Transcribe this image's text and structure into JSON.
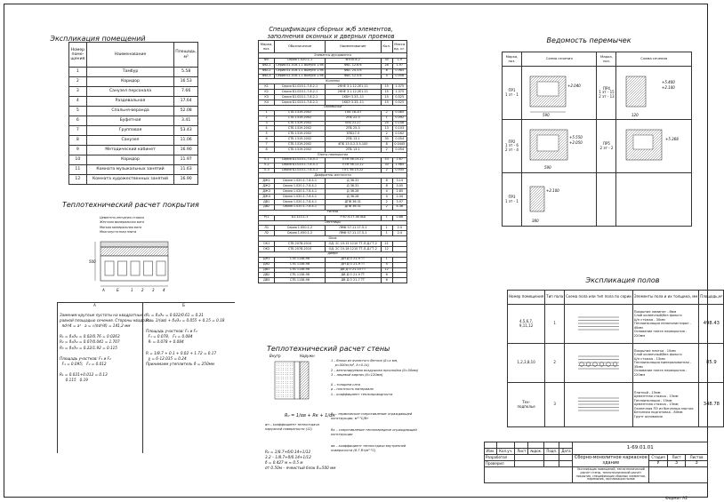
{
  "rooms": {
    "title": "Экспликация помещений",
    "headers": [
      "Номер поме- щения",
      "Наименование",
      "Площадь, м²"
    ],
    "rows": [
      [
        "1",
        "Тамбур",
        "5.58"
      ],
      [
        "2",
        "Коридор",
        "16.53"
      ],
      [
        "3",
        "Санузел персонала",
        "7.66"
      ],
      [
        "4",
        "Раздевальная",
        "17.64"
      ],
      [
        "5",
        "Спальня-веранда",
        "52.08"
      ],
      [
        "6",
        "Буфетная",
        "3.41"
      ],
      [
        "7",
        "Групповая",
        "53.43"
      ],
      [
        "8",
        "Санузел",
        "11.06"
      ],
      [
        "9",
        "Методический кабинет",
        "16.90"
      ],
      [
        "10",
        "Коридор",
        "11.97"
      ],
      [
        "11",
        "Комната музыкальных занятий",
        "11.63"
      ],
      [
        "12",
        "Комната художественных занятий",
        "16.90"
      ]
    ]
  },
  "spec": {
    "title_line1": "Спецификация сборных ж/б элементов,",
    "title_line2": "заполнения оконных и дверных проемов",
    "headers": [
      "Марка, поз.",
      "Обозначение",
      "Наименование",
      "Кол.",
      "Масса ед. кг."
    ],
    "rows": [
      {
        "section": "Элементы фундамента"
      },
      [
        "ФЛ",
        "Серия 1.020.1-1",
        "ФЛ10.8-2",
        "30",
        "1.9"
      ],
      [
        "ФБС1",
        "Серия Б1.016.1-1 Выпуск 1.98",
        "ФБС 12.6.6",
        "28",
        "1.97"
      ],
      [
        "ФБС2",
        "Серия Б1.016.1-1 Выпуск 1.98",
        "ФБС 24.3.6",
        "8",
        "0.985"
      ],
      [
        "ФБС3",
        "Серия Б1.016.1-1 Выпуск 1.98",
        "ФБС 12.5.6",
        "4",
        "0.556"
      ],
      {
        "section": "Колонны"
      },
      [
        "К1",
        "Серия Б1.020.1-7.8.2-1",
        "2КНЕ 3.1.12.2Е1-11",
        "15",
        "1.375"
      ],
      [
        "К2",
        "Серия Б1.020.1-7.8.2-1",
        "2КНЕ 3.1.12.2Е1-11",
        "15",
        "1.375"
      ],
      [
        "К3",
        "Серия Б1.020.1-7.8.2-1",
        "1КБН 3.33.-11",
        "15",
        "0.525"
      ],
      [
        "К4",
        "Серия Б1.020.1-7.8.2-1",
        "1КБЭ 3.33.-11",
        "15",
        "0.525"
      ],
      {
        "section": "Перемычки"
      },
      [
        "1",
        "СТБ 1319-2002",
        "1ПБ 16-2П",
        "2",
        "0.085"
      ],
      [
        "2",
        "СТБ 1319-2002",
        "2ПБ 22-3",
        "1",
        "0.092"
      ],
      [
        "3",
        "СТБ 1319-2002",
        "5ПБ 21-27",
        "24",
        "0.108"
      ],
      [
        "4",
        "СТБ 1319-2002",
        "2ПБ 25-3",
        "13",
        "0.103"
      ],
      [
        "5",
        "СТБ 1319-2002",
        "3ПБ27-5",
        "2",
        "0.162"
      ],
      [
        "6",
        "СТБ 1319-2002",
        "2ПБ 13-1",
        "30",
        "0.054"
      ],
      [
        "7",
        "СТБ 1319-2002",
        "4ПБ 13.0-2.3.5-100",
        "8",
        "0.0445"
      ],
      [
        "8",
        "СТБ 1319-2002",
        "2ПБ 13-1",
        "2",
        "0.054"
      ],
      {
        "section": "Плиты перекрытия"
      },
      [
        "П-1",
        "Серия Б1.020.1-7.8.5-1",
        "ПТМ 56.15.22",
        "53",
        "2.67"
      ],
      [
        "П-2",
        "Серия Б1.020.1-7.8.5-1",
        "ПТМ 56.12.22",
        "30",
        "1.965"
      ],
      [
        "П-3",
        "Серия Б1.020.1-7.8.5-1",
        "ПТС 56.15.22",
        "2",
        "0.935"
      ],
      {
        "section": "Диафрагмы жесткости"
      },
      [
        "ДЖ1",
        "Серия 1.020.1-7.8.4-1",
        "Д 36.31",
        "8",
        "3.14"
      ],
      [
        "ДЖ2",
        "Серия 1.020.1-7.8.4-1",
        "Д 36.31",
        "8",
        "3.05"
      ],
      [
        "ДЖ3",
        "Серия 1.020.1-7.8.4-1",
        "Д 36.28",
        "4",
        "2.85"
      ],
      [
        "ДЖ4",
        "Серия 1.020.1-7.8.4-1",
        "Д 36.28",
        "4",
        "2.34"
      ],
      [
        "ДВ1",
        "Серия 1.020.1-7.8.4-1",
        "ДПВ 36.31",
        "2",
        "3.97"
      ],
      [
        "ДВ2",
        "Серия 1.020.1-7.8.4-1",
        "ДПВ 36.31",
        "2",
        "4.36"
      ],
      {
        "section": "Ригели"
      },
      [
        "Р/1",
        "Б1.123.1-1",
        "Р 87.4.27-40 АШ",
        "1",
        "0.88"
      ],
      {
        "section": "Лестницы"
      },
      [
        "Л1",
        "Серия 1.050.1-2",
        "ЛМФ 57.11.17-5-1",
        "1",
        "2.4"
      ],
      [
        "Л2",
        "Серия 1.050.1-2",
        "ЛМФ 57.11.17-5-1",
        "1",
        "2.4"
      ],
      {
        "section": "Окна"
      },
      [
        "ОК1",
        "СТБ 2078-2010",
        "ОД. 2С 15-15 1210 ТТ-Л-Д-ГТ-2",
        "21",
        ""
      ],
      [
        "ОК2",
        "СТБ 2078-2010",
        "ОД. 2С 15-18 1210 ТТ-Л-Д-ГТ-2",
        "12",
        ""
      ],
      {
        "section": "Двери"
      },
      [
        "ДН1",
        "СТБ 1138-98",
        "ДН Д О 21-9 ТТ",
        "1",
        ""
      ],
      [
        "ДН2",
        "СТБ 1138-98",
        "ДН Д О 21-9 ТТ",
        "4",
        ""
      ],
      [
        "ДВ1",
        "СТБ 1138-98",
        "ДВ Д О 21-10 ТТ",
        "12",
        ""
      ],
      [
        "ДВ2",
        "СТБ 1138-98",
        "ДВ Д О 21-9 ТТ",
        "6",
        ""
      ],
      [
        "ДВ3",
        "СТБ 1138-98",
        "ДВ Д О 21-7 ТТ",
        "6",
        ""
      ]
    ]
  },
  "lintels": {
    "title": "Ведомость перемычек",
    "headers": [
      "Марка, поз.",
      "Схема сечения",
      "Марка, поз.",
      "Схема сечения"
    ],
    "rows": [
      {
        "l": [
          "ПР1",
          "1 эт - 1"
        ],
        "r": [
          "ПР4",
          "1 эт - 15",
          "2 эт - 13"
        ]
      },
      {
        "l": [
          "ПР2",
          "1 эт - 6",
          "2 эт - 4"
        ],
        "r": [
          "ПР5",
          "2 эт - 2"
        ]
      },
      {
        "l": [
          "ПР3",
          "1 эт - 1"
        ],
        "r": []
      }
    ],
    "dims": [
      "590",
      "120",
      "+2.040",
      "+5.400",
      "+2.100",
      "+5.550",
      "+2.050",
      "+5.368",
      "590",
      "+2.100",
      "380"
    ]
  },
  "roof_calc": {
    "title": "Теплотехнический расчет покрытия",
    "layers": [
      "Цементно-песчаная стяжка",
      "Жесткая минеральная вата",
      "Мягкая минеральная вата",
      "Многопустотная плита"
    ],
    "dim": "500",
    "marks": [
      "А",
      "Б",
      "1",
      "2",
      "3",
      "4"
    ],
    "col_a_title": "А",
    "col_b_title": "Б",
    "col_a": "Заменим круглые пустоты на квадратные с\nравной площадью сечения. Стороны квадрата:\n  πd²/4 = a²   a = √(πd²/4) = 141,2 мм\n\nR₁ = δ₁/λ₁ = 0.02/0.76 = 0.0263\nR₂ = δ₂/λ₂ = 0.07/0.041 = 1.707\nR₃ = δ₃/λ₃ = 0.22/1.92 = 0.115\n\nПлощадь участков: F₁ и F₂\n  F₁ = 0.095;   F₂ = 0.012\n\nR₁ = 0.031+0.012 = 0.13\n     0.115   0.19",
    "col_b": "R₁ = δ₁/λ₁ = 0.022/0.61 = 0.21\nR₂ = 1/(αв) + δ₂/λ₂ = 0.055 + 0.15 = 0.18\n\nПлощадь участков: F₁ и F₂\n  F₁ = 0.078,   F₂ = 0.084\n  Rᵢ = 0.078 + 0.084\n\nR = 1/8.7 + 0.1 + 0.02 + 1.72 = 0.17\n  χ = 6-12.035 = 0.24\nПринимаем утеплитель δ = 250мм"
  },
  "wall_calc": {
    "title": "Теплотехнический расчет стены",
    "wall_labels": [
      "Внутр",
      "Наружн"
    ],
    "legend": "1 – блоки из ячеистого бетона (δ=х мм,\n    ρ=500кг/м³, λ=0.14)\n2 – вентилируемая воздушная прослойка (δ=50мм)\n3 – лицевой кирпич (δ=120мм)\n\nδ – толщина слоя\nρ – плотность материала\nλ – коэффициент теплопроводности",
    "formula": "R₀ = 1/αв + Rк + 1/αн",
    "alpha_n": "αн – коэффициент теплоотдачи\nнаружной поверхности (12)",
    "r0_def": "R₀ – термическое сопротивление ограждающей\nконструкции, м²·°С/Вт",
    "rk_def": "Rк – сопротивление теплопередаче ограждающей\nконструкции",
    "alpha_v": "αв – коэффициент теплоотдачи внутренней\nповерхности (8.7 Вт/м²·°С)",
    "solution": "R₀ = 1/8.7+δ/0.14+1/12\n3.2 – 1/8.7+δ/0.14+1/12\nδ = 0.427 м ≈ 0.5 м\nσт 0.50м – ячеистый блок δ=500 мм"
  },
  "floors": {
    "title": "Экспликация полов",
    "headers": [
      "Номер помещения",
      "Тип пола",
      "Схема пола или тип пола по серии",
      "Элементы пола и их толщина, мм",
      "Площадь,м²"
    ],
    "rows": [
      [
        "4,5,6,7,\n9,11,12",
        "1",
        "Покрытие ламинат - 8мм\nСлой оклеечный/без фольги\nЦ/п стяжка - 30мм\nТеплоизоляция пенополистирол - 40мм\nОснование плита перекрытия - 220мм",
        "498.43"
      ],
      [
        "1,2,3,8,10",
        "2",
        "Покрытие плитка - 10мм\nСлой оклеечный/без фольги\nЦ/п стяжка - 15мм\nТеплоизоляция минераловатная - 35мм\nОснование плита перекрытия - 220мм",
        "85.9"
      ],
      [
        "Тех-\nподполье",
        "3",
        "Плиткой - 15мм\nЦементная стяжка - 15мм\nТеплоизоляция - 15мм\nЦементная стяжка - 15мм\nОклеечная ПЭ из битумных мастик\nБетонная подготовка - 80мм\nГрунт основания",
        "348.78"
      ]
    ]
  },
  "stamp": {
    "code": "1-69.01.01",
    "name": "Сборно-монолитное каркасное здание",
    "desc": "Экспликация помещений, теплотехнический расчёт стены, теплотехнический расчёт покрытия, спецификация сборных элементов, перемычек, экспликация полов",
    "col_heads": [
      "Изм.",
      "Кол.уч.",
      "Лист",
      "№док.",
      "Подп.",
      "Дата"
    ],
    "roles": [
      "Разработал",
      "Проверил"
    ],
    "stage_heads": [
      "Стадия",
      "Лист",
      "Листов"
    ],
    "stage_vals": [
      "У",
      "3",
      "3"
    ],
    "format": "Формат А2"
  }
}
